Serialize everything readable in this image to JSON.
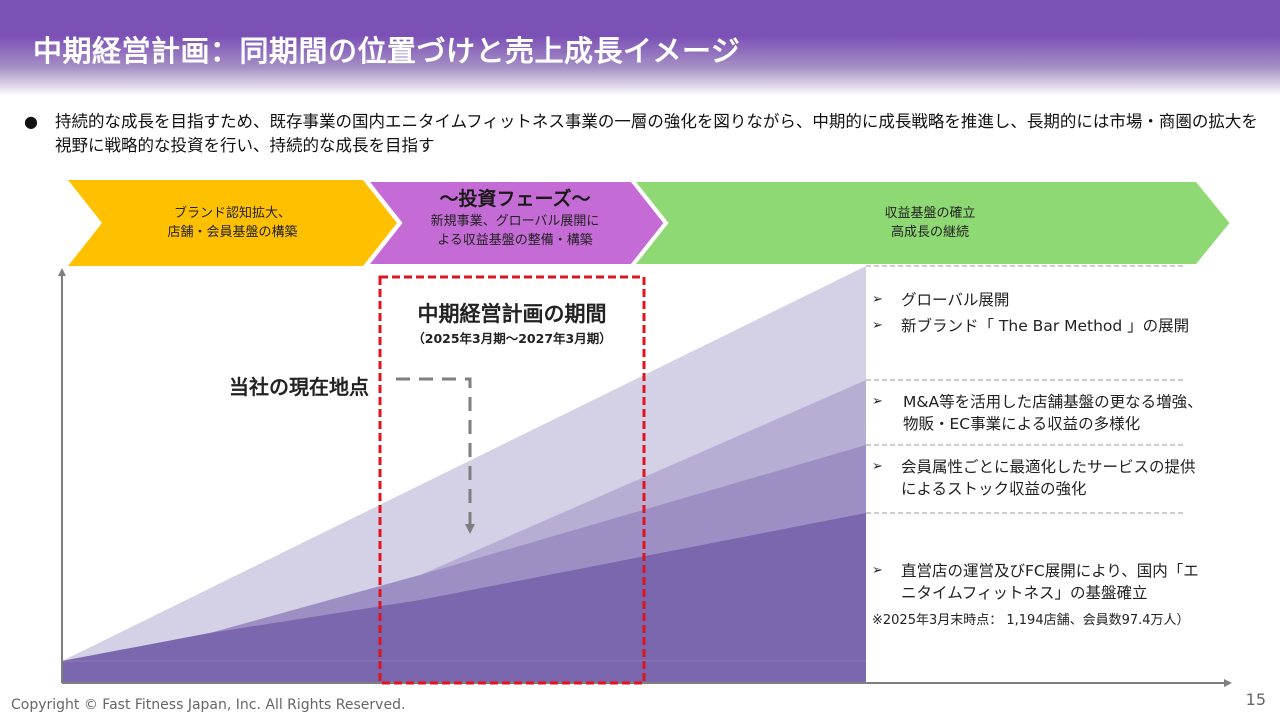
{
  "header": {
    "title": "中期経営計画：同期間の位置づけと売上成長イメージ"
  },
  "lead": {
    "bullet": "●",
    "text": "持続的な成長を目指すため、既存事業の国内エニタイムフィットネス事業の一層の強化を図りながら、中期的に成長戦略を推進し、長期的には市場・商圏の拡大を視野に戦略的な投資を行い、持続的な成長を目指す"
  },
  "phases": [
    {
      "lines": [
        "ブランド認知拡大、",
        "店舗・会員基盤の構築"
      ],
      "color": "#FFC000"
    },
    {
      "heading": "～投資フェーズ～",
      "lines": [
        "新規事業、グローバル展開に",
        "よる収益基盤の整備・構築"
      ],
      "color": "#C46BD6"
    },
    {
      "lines": [
        "収益基盤の確立",
        "高成長の継続"
      ],
      "color": "#8FD975"
    }
  ],
  "plan_period": {
    "title": "中期経営計画の期間",
    "subtitle": "（2025年3月期～2027年3月期）",
    "border_color": "#E0141E"
  },
  "current_position": {
    "label": "当社の現在地点"
  },
  "growth_layers": [
    {
      "name": "global-and-new-brand",
      "color": "#D4D0E6"
    },
    {
      "name": "ma-and-ec",
      "color": "#B8ADD3"
    },
    {
      "name": "member-services",
      "color": "#9D8FC4"
    },
    {
      "name": "domestic-anytime-fitness",
      "color": "#7A67AD"
    }
  ],
  "notes": {
    "arrow": "➢",
    "group1": [
      "グローバル展開",
      "新ブランド「 The Bar Method 」の展開"
    ],
    "group2": [
      "M&A等を活用した店舗基盤の更なる増強、物販・EC事業による収益の多様化"
    ],
    "group3": [
      "会員属性ごとに最適化したサービスの提供によるストック収益の強化"
    ],
    "group4": [
      "直営店の運営及びFC展開により、国内「エニタイムフィットネス」の基盤確立"
    ],
    "footnote": "※2025年3月末時点： 1,194店舗、会員数97.4万人）"
  },
  "footer": {
    "copyright": "Copyright © Fast Fitness Japan, Inc. All Rights Reserved.",
    "page_number": "15"
  }
}
